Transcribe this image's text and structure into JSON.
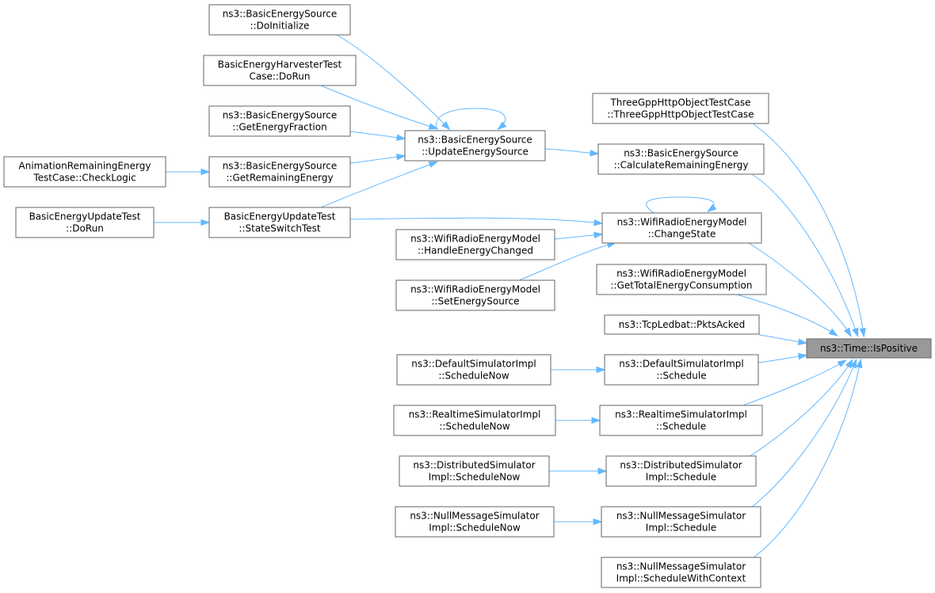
{
  "nodes": [
    {
      "id": "target",
      "lines": [
        "ns3::Time::IsPositive"
      ],
      "highlight": true
    },
    {
      "id": "doinit",
      "lines": [
        "ns3::BasicEnergySource",
        "::DoInitialize"
      ]
    },
    {
      "id": "harvester",
      "lines": [
        "BasicEnergyHarvesterTest",
        "Case::DoRun"
      ]
    },
    {
      "id": "getfrac",
      "lines": [
        "ns3::BasicEnergySource",
        "::GetEnergyFraction"
      ]
    },
    {
      "id": "getrem",
      "lines": [
        "ns3::BasicEnergySource",
        "::GetRemainingEnergy"
      ]
    },
    {
      "id": "anim",
      "lines": [
        "AnimationRemainingEnergy",
        "TestCase::CheckLogic"
      ]
    },
    {
      "id": "updrun",
      "lines": [
        "BasicEnergyUpdateTest",
        "::DoRun"
      ]
    },
    {
      "id": "stateswitch",
      "lines": [
        "BasicEnergyUpdateTest",
        "::StateSwitchTest"
      ]
    },
    {
      "id": "update",
      "lines": [
        "ns3::BasicEnergySource",
        "::UpdateEnergySource"
      ]
    },
    {
      "id": "threegpp",
      "lines": [
        "ThreeGppHttpObjectTestCase",
        "::ThreeGppHttpObjectTestCase"
      ]
    },
    {
      "id": "calcrem",
      "lines": [
        "ns3::BasicEnergySource",
        "::CalculateRemainingEnergy"
      ]
    },
    {
      "id": "changestate",
      "lines": [
        "ns3::WifiRadioEnergyModel",
        "::ChangeState"
      ]
    },
    {
      "id": "handle",
      "lines": [
        "ns3::WifiRadioEnergyModel",
        "::HandleEnergyChanged"
      ]
    },
    {
      "id": "setsrc",
      "lines": [
        "ns3::WifiRadioEnergyModel",
        "::SetEnergySource"
      ]
    },
    {
      "id": "gettotal",
      "lines": [
        "ns3::WifiRadioEnergyModel",
        "::GetTotalEnergyConsumption"
      ]
    },
    {
      "id": "pkts",
      "lines": [
        "ns3::TcpLedbat::PktsAcked"
      ]
    },
    {
      "id": "defnow",
      "lines": [
        "ns3::DefaultSimulatorImpl",
        "::ScheduleNow"
      ]
    },
    {
      "id": "defsched",
      "lines": [
        "ns3::DefaultSimulatorImpl",
        "::Schedule"
      ]
    },
    {
      "id": "rtnow",
      "lines": [
        "ns3::RealtimeSimulatorImpl",
        "::ScheduleNow"
      ]
    },
    {
      "id": "rtsched",
      "lines": [
        "ns3::RealtimeSimulatorImpl",
        "::Schedule"
      ]
    },
    {
      "id": "distnow",
      "lines": [
        "ns3::DistributedSimulator",
        "Impl::ScheduleNow"
      ]
    },
    {
      "id": "distsched",
      "lines": [
        "ns3::DistributedSimulator",
        "Impl::Schedule"
      ]
    },
    {
      "id": "nullnow",
      "lines": [
        "ns3::NullMessageSimulator",
        "Impl::ScheduleNow"
      ]
    },
    {
      "id": "nullsched",
      "lines": [
        "ns3::NullMessageSimulator",
        "Impl::Schedule"
      ]
    },
    {
      "id": "nullctx",
      "lines": [
        "ns3::NullMessageSimulator",
        "Impl::ScheduleWithContext"
      ]
    }
  ],
  "edges": [
    {
      "from": "calcrem",
      "to": "target"
    },
    {
      "from": "changestate",
      "to": "target"
    },
    {
      "from": "threegpp",
      "to": "target"
    },
    {
      "from": "gettotal",
      "to": "target"
    },
    {
      "from": "pkts",
      "to": "target"
    },
    {
      "from": "defsched",
      "to": "target"
    },
    {
      "from": "rtsched",
      "to": "target"
    },
    {
      "from": "distsched",
      "to": "target"
    },
    {
      "from": "nullsched",
      "to": "target"
    },
    {
      "from": "nullctx",
      "to": "target"
    },
    {
      "from": "update",
      "to": "calcrem"
    },
    {
      "from": "doinit",
      "to": "update"
    },
    {
      "from": "harvester",
      "to": "update"
    },
    {
      "from": "getfrac",
      "to": "update"
    },
    {
      "from": "getrem",
      "to": "update"
    },
    {
      "from": "stateswitch",
      "to": "update"
    },
    {
      "from": "update",
      "to": "update"
    },
    {
      "from": "anim",
      "to": "getrem"
    },
    {
      "from": "updrun",
      "to": "stateswitch"
    },
    {
      "from": "stateswitch",
      "to": "changestate"
    },
    {
      "from": "handle",
      "to": "changestate"
    },
    {
      "from": "setsrc",
      "to": "changestate"
    },
    {
      "from": "changestate",
      "to": "changestate"
    },
    {
      "from": "defnow",
      "to": "defsched"
    },
    {
      "from": "rtnow",
      "to": "rtsched"
    },
    {
      "from": "distnow",
      "to": "distsched"
    },
    {
      "from": "nullnow",
      "to": "nullsched"
    }
  ],
  "colors": {
    "edge": "#63b8ff",
    "node_border": "#666666",
    "highlight_fill": "#999999"
  }
}
